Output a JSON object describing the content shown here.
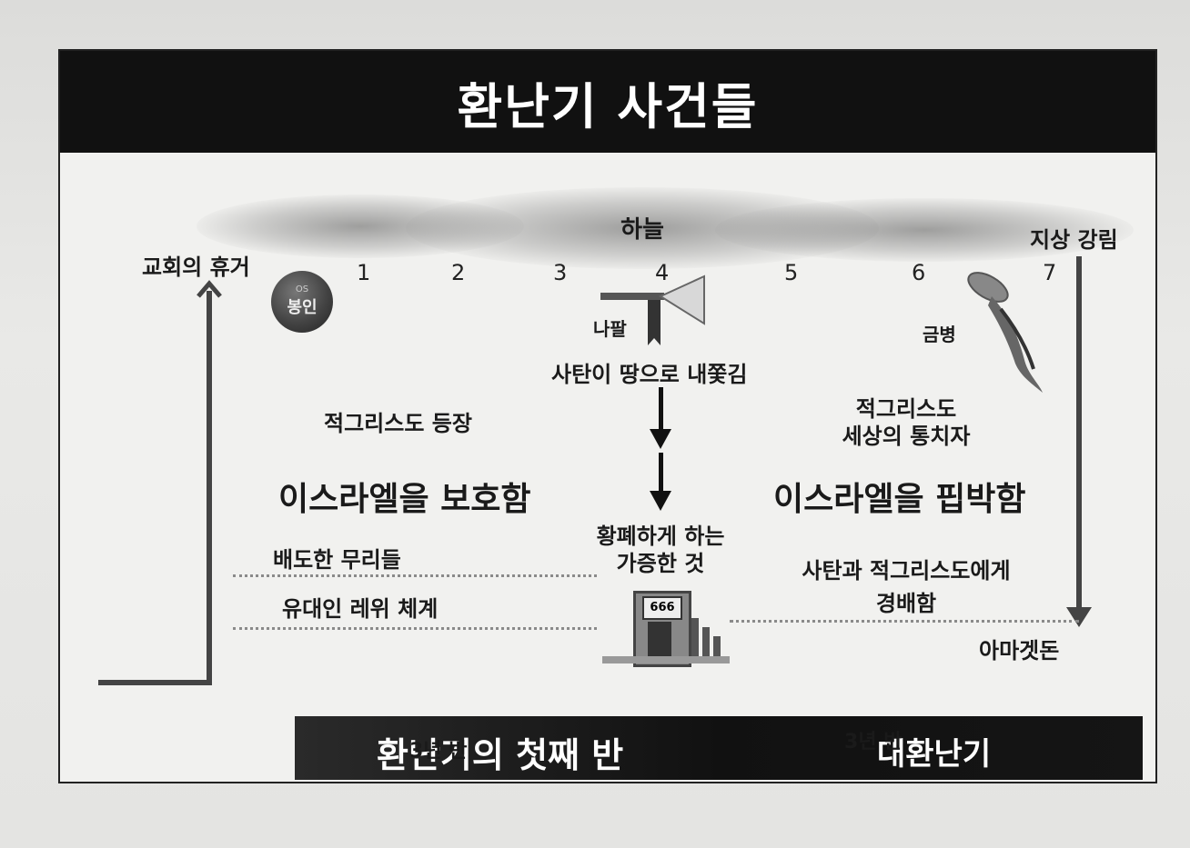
{
  "title": "환난기 사건들",
  "heaven": "하늘",
  "rapture": "교회의 휴거",
  "second_coming": "지상 강림",
  "numbers": [
    "1",
    "2",
    "3",
    "4",
    "5",
    "6",
    "7"
  ],
  "seal": {
    "label": "봉인",
    "small": "OS"
  },
  "trumpet": "나팔",
  "bowl": "금병",
  "satan_cast": "사탄이 땅으로 내쫓김",
  "antichrist_appears": "적그리스도 등장",
  "antichrist_ruler_line1": "적그리스도",
  "antichrist_ruler_line2": "세상의 통치자",
  "protect_israel": "이스라엘을 보호함",
  "persecute_israel": "이스라엘을 핍박함",
  "abomination_line1": "황폐하게 하는",
  "abomination_line2": "가증한 것",
  "apostates": "배도한 무리들",
  "levitical": "유대인 레위 체계",
  "worship_line1": "사탄과 적그리스도에게",
  "worship_line2": "경배함",
  "temple_number": "666",
  "armageddon": "아마겟돈",
  "first_half": "환난기의 첫째 반",
  "great_tribulation": "대환난기",
  "first_half_duration": "3년 반",
  "second_half_duration": "3년 반"
}
